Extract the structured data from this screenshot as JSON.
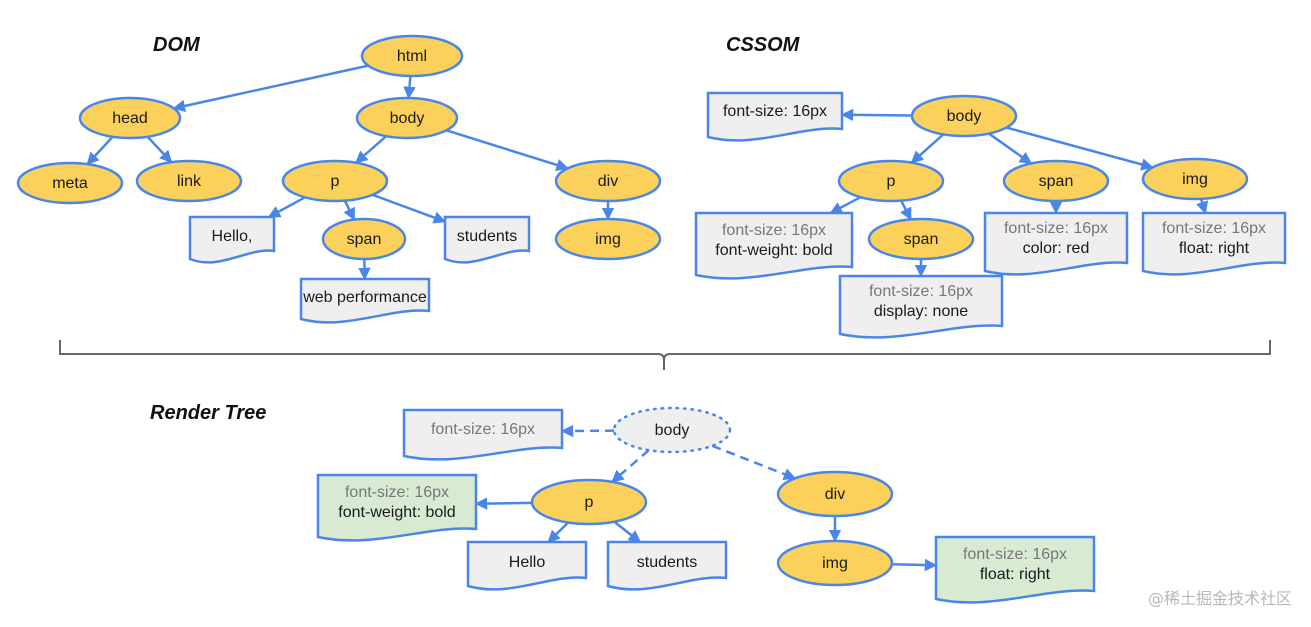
{
  "titles": {
    "dom": "DOM",
    "cssom": "CSSOM",
    "render_tree": "Render Tree"
  },
  "colors": {
    "element_fill": "#fcd15b",
    "border": "#4a86e8",
    "text_node_fill": "#efefef",
    "computed_style_fill": "#d9ead3",
    "muted_text": "#777777"
  },
  "watermark": "@稀土掘金技术社区",
  "dom": {
    "nodes": [
      {
        "id": "html",
        "type": "element",
        "label": "html"
      },
      {
        "id": "head",
        "type": "element",
        "label": "head"
      },
      {
        "id": "body",
        "type": "element",
        "label": "body"
      },
      {
        "id": "meta",
        "type": "element",
        "label": "meta"
      },
      {
        "id": "link",
        "type": "element",
        "label": "link"
      },
      {
        "id": "p",
        "type": "element",
        "label": "p"
      },
      {
        "id": "div",
        "type": "element",
        "label": "div"
      },
      {
        "id": "hello",
        "type": "text",
        "label": "Hello,"
      },
      {
        "id": "span",
        "type": "element",
        "label": "span"
      },
      {
        "id": "students",
        "type": "text",
        "label": "students"
      },
      {
        "id": "img",
        "type": "element",
        "label": "img"
      },
      {
        "id": "webperf",
        "type": "text",
        "label": "web performance"
      }
    ],
    "edges": [
      [
        "html",
        "head"
      ],
      [
        "html",
        "body"
      ],
      [
        "head",
        "meta"
      ],
      [
        "head",
        "link"
      ],
      [
        "body",
        "p"
      ],
      [
        "body",
        "div"
      ],
      [
        "p",
        "hello"
      ],
      [
        "p",
        "span"
      ],
      [
        "p",
        "students"
      ],
      [
        "div",
        "img"
      ],
      [
        "span",
        "webperf"
      ]
    ]
  },
  "cssom": {
    "nodes": [
      {
        "id": "body",
        "type": "element",
        "label": "body"
      },
      {
        "id": "body_style",
        "type": "style",
        "lines": [
          "font-size: 16px"
        ],
        "muted": [
          false
        ]
      },
      {
        "id": "p",
        "type": "element",
        "label": "p"
      },
      {
        "id": "span1",
        "type": "element",
        "label": "span"
      },
      {
        "id": "img",
        "type": "element",
        "label": "img"
      },
      {
        "id": "p_style",
        "type": "style",
        "lines": [
          "font-size: 16px",
          "font-weight: bold"
        ],
        "muted": [
          true,
          false
        ]
      },
      {
        "id": "span2",
        "type": "element",
        "label": "span"
      },
      {
        "id": "span1_style",
        "type": "style",
        "lines": [
          "font-size: 16px",
          "color: red"
        ],
        "muted": [
          true,
          false
        ]
      },
      {
        "id": "img_style",
        "type": "style",
        "lines": [
          "font-size: 16px",
          "float: right"
        ],
        "muted": [
          true,
          false
        ]
      },
      {
        "id": "span2_style",
        "type": "style",
        "lines": [
          "font-size: 16px",
          "display: none"
        ],
        "muted": [
          true,
          false
        ]
      }
    ],
    "edges": [
      [
        "body",
        "body_style"
      ],
      [
        "body",
        "p"
      ],
      [
        "body",
        "span1"
      ],
      [
        "body",
        "img"
      ],
      [
        "p",
        "p_style"
      ],
      [
        "p",
        "span2"
      ],
      [
        "span1",
        "span1_style"
      ],
      [
        "img",
        "img_style"
      ],
      [
        "span2",
        "span2_style"
      ]
    ]
  },
  "render_tree": {
    "nodes": [
      {
        "id": "body",
        "type": "ghost",
        "label": "body"
      },
      {
        "id": "body_style",
        "type": "style",
        "lines": [
          "font-size: 16px"
        ],
        "muted": [
          true
        ]
      },
      {
        "id": "p",
        "type": "element",
        "label": "p"
      },
      {
        "id": "p_style",
        "type": "computed",
        "lines": [
          "font-size: 16px",
          "font-weight: bold"
        ],
        "muted": [
          true,
          false
        ]
      },
      {
        "id": "div",
        "type": "element",
        "label": "div"
      },
      {
        "id": "hello",
        "type": "text",
        "label": "Hello"
      },
      {
        "id": "students",
        "type": "text",
        "label": "students"
      },
      {
        "id": "img",
        "type": "element",
        "label": "img"
      },
      {
        "id": "img_style",
        "type": "computed",
        "lines": [
          "font-size: 16px",
          "float: right"
        ],
        "muted": [
          true,
          false
        ]
      }
    ],
    "edges": [
      {
        "from": "body",
        "to": "body_style",
        "dashed": true
      },
      {
        "from": "body",
        "to": "p",
        "dashed": true
      },
      {
        "from": "body",
        "to": "div",
        "dashed": true
      },
      {
        "from": "p",
        "to": "p_style",
        "dashed": false
      },
      {
        "from": "p",
        "to": "hello",
        "dashed": false
      },
      {
        "from": "p",
        "to": "students",
        "dashed": false
      },
      {
        "from": "div",
        "to": "img",
        "dashed": false
      },
      {
        "from": "img",
        "to": "img_style",
        "dashed": false
      }
    ]
  }
}
